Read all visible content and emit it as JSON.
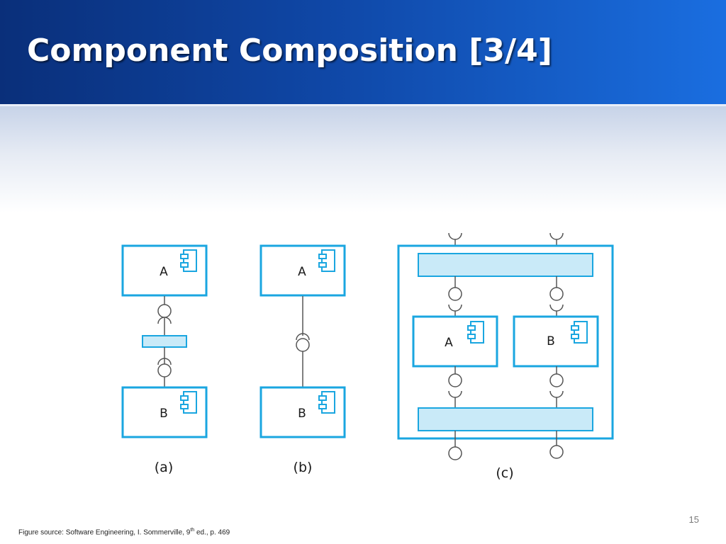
{
  "slide": {
    "title": "Component Composition [3/4]",
    "page_number": "15",
    "footer": {
      "prefix": "Figure source: Software Engineering, I. Sommerville, 9",
      "superscript": "th",
      "suffix": " ed., p. 469"
    }
  },
  "diagram": {
    "colors": {
      "stroke": "#1aa6e0",
      "fill": "#c9eaf8",
      "line": "#555555"
    },
    "panels": [
      {
        "caption": "(a)",
        "components": [
          "A",
          "B"
        ]
      },
      {
        "caption": "(b)",
        "components": [
          "A",
          "B"
        ]
      },
      {
        "caption": "(c)",
        "components": [
          "A",
          "B"
        ]
      }
    ]
  }
}
